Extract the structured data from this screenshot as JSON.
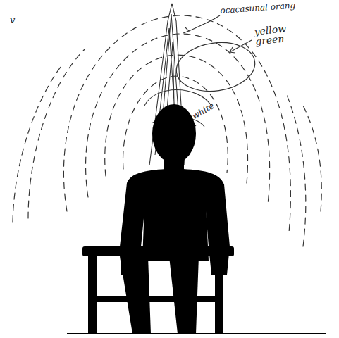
{
  "diagram": {
    "labels": [
      "v",
      "ocacasunal orang",
      "yellow green",
      "white"
    ]
  }
}
